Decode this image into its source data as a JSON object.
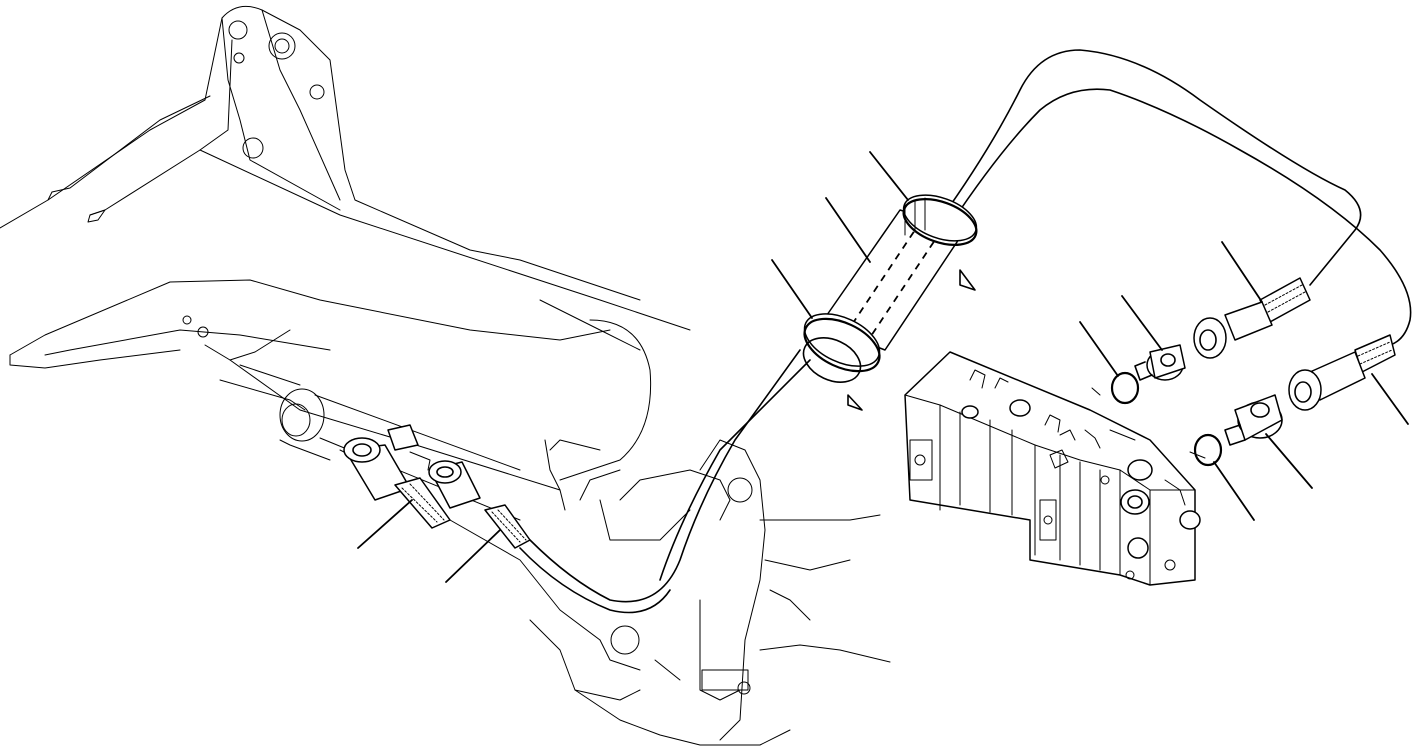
{
  "diagram": {
    "labels": [],
    "leader_count": 10,
    "components": [
      "loader-arm-frame",
      "hydraulic-cylinder",
      "hose-fittings-left",
      "hose-line",
      "protective-sleeve",
      "hose-clamps",
      "hose-fittings-right",
      "adapters",
      "o-rings",
      "control-valve"
    ]
  }
}
